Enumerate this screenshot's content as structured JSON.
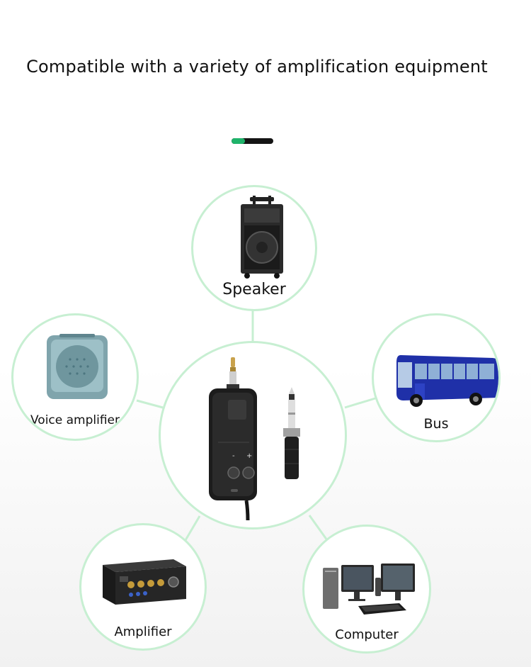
{
  "header": {
    "title": "Compatible with a variety of amplification equipment"
  },
  "carousel": {
    "progress": 0.33
  },
  "devices": {
    "speaker": {
      "label": "Speaker"
    },
    "voice_amplifier": {
      "label": "Voice amplifier"
    },
    "bus": {
      "label": "Bus"
    },
    "amplifier": {
      "label": "Amplifier"
    },
    "computer": {
      "label": "Computer"
    }
  },
  "colors": {
    "accent": "#1fb36a",
    "circle_border": "#c7efd2",
    "connector": "#c7efd2"
  }
}
